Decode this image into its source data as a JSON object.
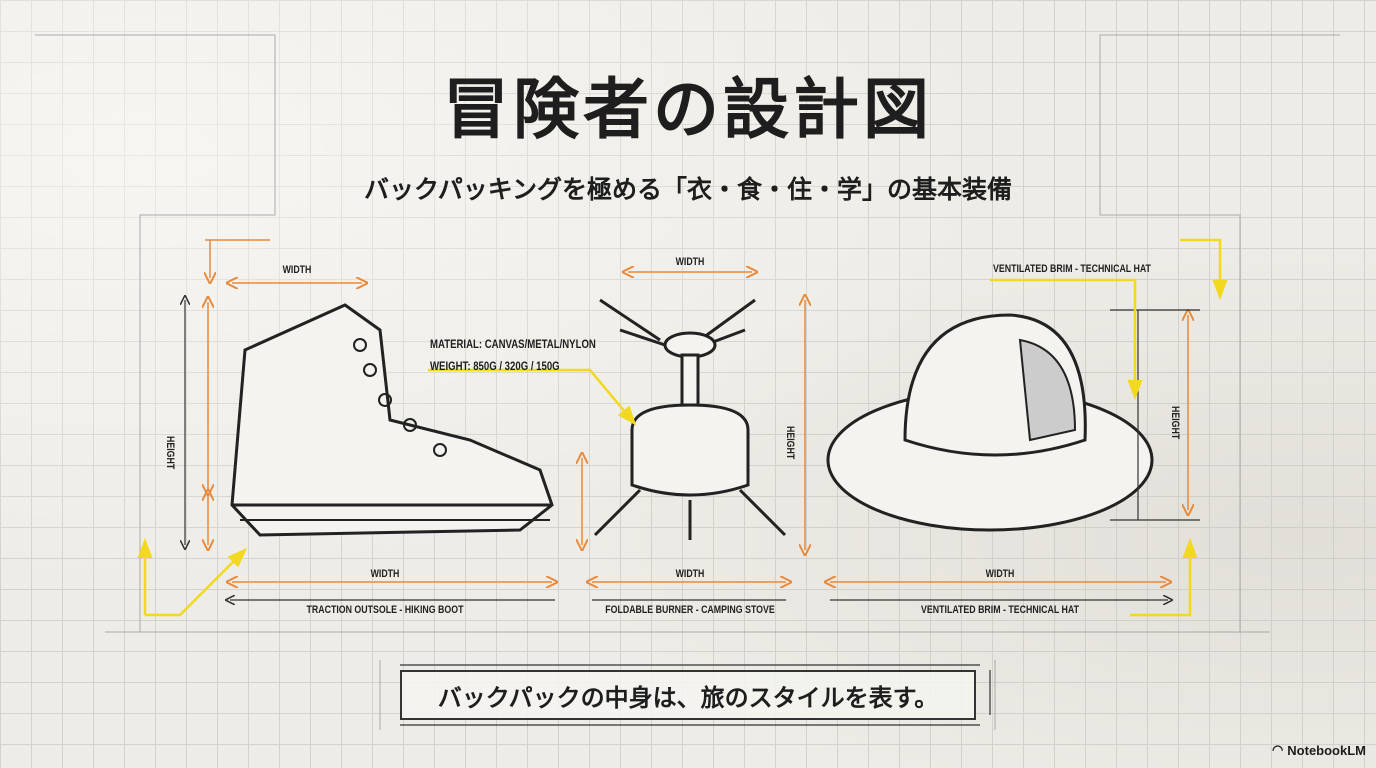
{
  "title": "冒険者の設計図",
  "subtitle": "バックパッキングを極める「衣・食・住・学」の基本装備",
  "spec": {
    "material": "MATERIAL: CANVAS/METAL/NYLON",
    "weight": "WEIGHT: 850G / 320G / 150G"
  },
  "dimension_labels": {
    "width": "WIDTH",
    "height": "HEIGHT"
  },
  "items": [
    {
      "caption": "TRACTION OUTSOLE - HIKING BOOT"
    },
    {
      "caption": "FOLDABLE BURNER - CAMPING STOVE"
    },
    {
      "caption": "VENTILATED BRIM - TECHNICAL HAT"
    }
  ],
  "hat_top_label": "VENTILATED BRIM - TECHNICAL HAT",
  "tagline": "バックパックの中身は、旅のスタイルを表す。",
  "watermark": "NotebookLM",
  "colors": {
    "orange": "#e8893a",
    "yellow": "#f2d81e",
    "ink": "#222222"
  }
}
